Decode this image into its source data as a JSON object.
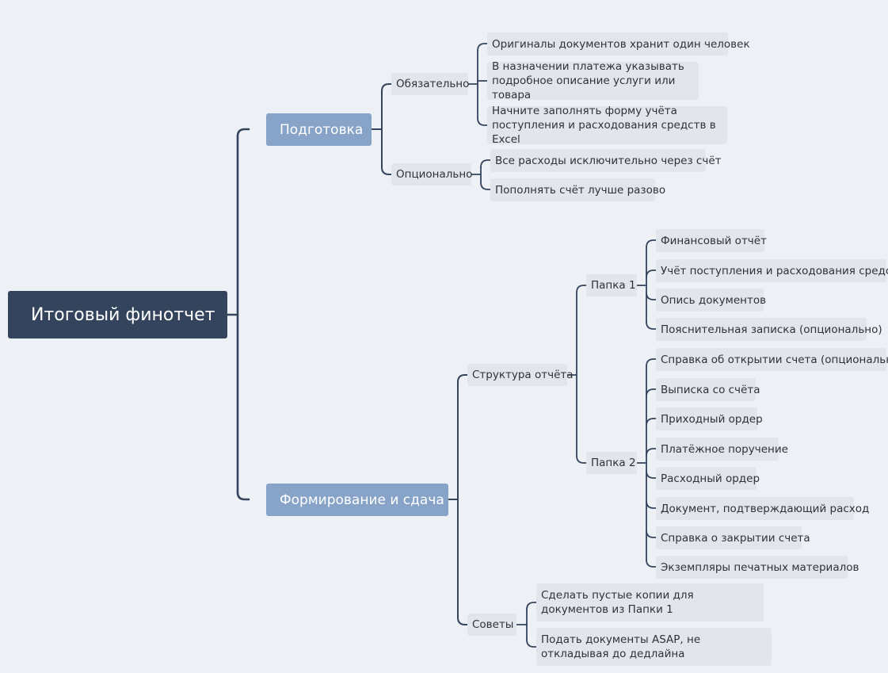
{
  "root": {
    "label": "Итоговый финотчет"
  },
  "branches": {
    "preparation": {
      "label": "Подготовка",
      "required": {
        "label": "Обязательно",
        "items": [
          "Оригиналы документов хранит один человек",
          "В назначении платежа указывать подробное описание услуги или товара",
          "Начните заполнять форму учёта поступления и расходования средств в Excel"
        ]
      },
      "optional": {
        "label": "Опционально",
        "items": [
          "Все расходы исключительно через счёт",
          "Пополнять счёт лучше разово"
        ]
      }
    },
    "submission": {
      "label": "Формирование и сдача",
      "structure": {
        "label": "Структура отчёта",
        "folder1": {
          "label": "Папка 1",
          "items": [
            "Финансовый отчёт",
            "Учёт поступления и расходования средств",
            "Опись документов",
            "Пояснительная записка (опционально)"
          ]
        },
        "folder2": {
          "label": "Папка 2",
          "items": [
            "Справка об открытии счета (опционально)",
            "Выписка со счёта",
            "Приходный ордер",
            "Платёжное поручение",
            "Расходный ордер",
            "Документ, подтверждающий расход",
            "Справка о закрытии счета",
            "Экземпляры печатных материалов"
          ]
        }
      },
      "tips": {
        "label": "Советы",
        "items": [
          "Сделать пустые копии для документов из Папки 1",
          "Подать документы ASAP, не откладывая до дедлайна"
        ]
      }
    }
  },
  "colors": {
    "background": "#edf1f6",
    "root_fill": "#33445c",
    "branch_fill": "#88a3c8",
    "node_fill": "#e2e6ec",
    "connector": "#33445c"
  }
}
